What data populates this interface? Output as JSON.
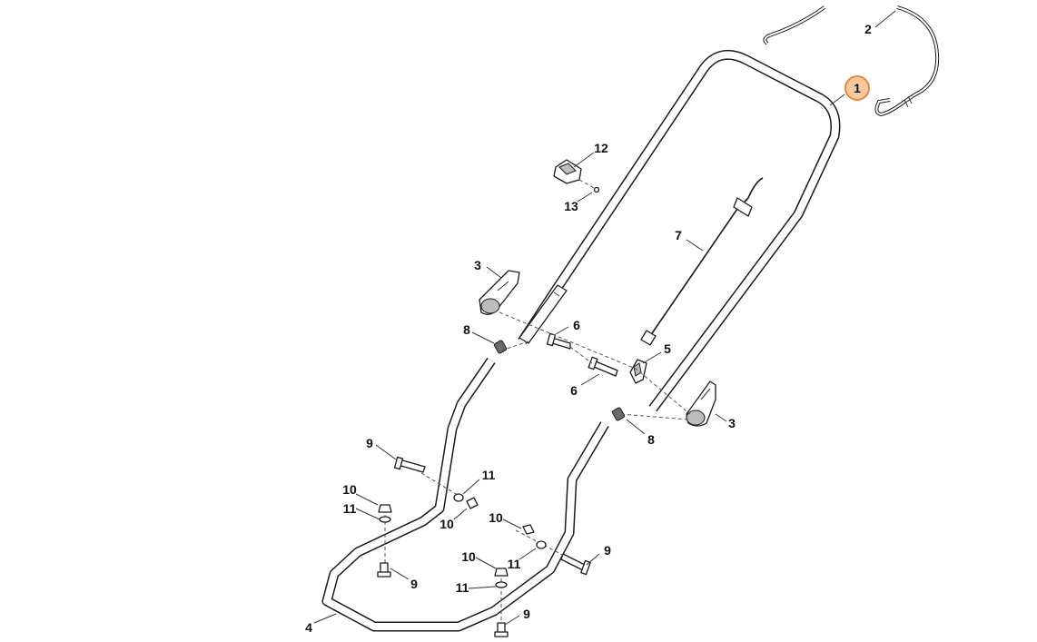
{
  "diagram": {
    "highlight_color": "#f6c9a3",
    "highlight_stroke": "#e8893a",
    "labels": {
      "p1": "1",
      "p2": "2",
      "p3a": "3",
      "p3b": "3",
      "p4": "4",
      "p5": "5",
      "p6a": "6",
      "p6b": "6",
      "p7": "7",
      "p8a": "8",
      "p8b": "8",
      "p9a": "9",
      "p9b": "9",
      "p9c": "9",
      "p9d": "9",
      "p10a": "10",
      "p10b": "10",
      "p10c": "10",
      "p10d": "10",
      "p11a": "11",
      "p11b": "11",
      "p11c": "11",
      "p11d": "11",
      "p12": "12",
      "p13": "13"
    }
  }
}
